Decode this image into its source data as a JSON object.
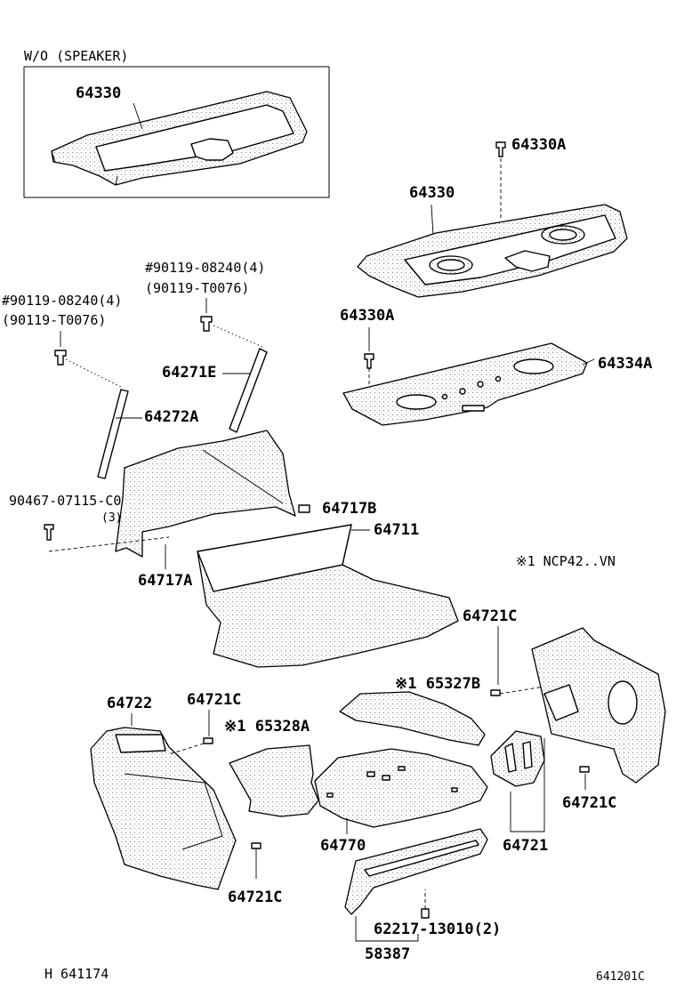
{
  "section_header": "W/O (SPEAKER)",
  "notes": {
    "ncp": "※1  NCP42..VN"
  },
  "labels": {
    "p64330_top": "64330",
    "p64330A_top": "64330A",
    "p64330_mid": "64330",
    "p64330A_mid": "64330A",
    "p64334A": "64334A",
    "bolt_right": "#90119-08240(4)",
    "bolt_right_alt": "(90119-T0076)",
    "bolt_left": "#90119-08240(4)",
    "bolt_left_alt": "(90119-T0076)",
    "p64271E": "64271E",
    "p64272A": "64272A",
    "p90467": "90467-07115-C0",
    "p90467_qty": "(3)",
    "p64717B": "64717B",
    "p64711": "64711",
    "p64717A": "64717A",
    "p64721C_a": "64721C",
    "p65327B": "※1 65327B",
    "p64722": "64722",
    "p64721C_b": "64721C",
    "p65328A": "※1 65328A",
    "p64721C_c": "64721C",
    "p64770": "64770",
    "p64721": "64721",
    "p64721C_d": "64721C",
    "p62217": "62217-13010(2)",
    "p58387": "58387"
  },
  "footer": {
    "left_code": "H  641174",
    "right_code": "641201C"
  }
}
